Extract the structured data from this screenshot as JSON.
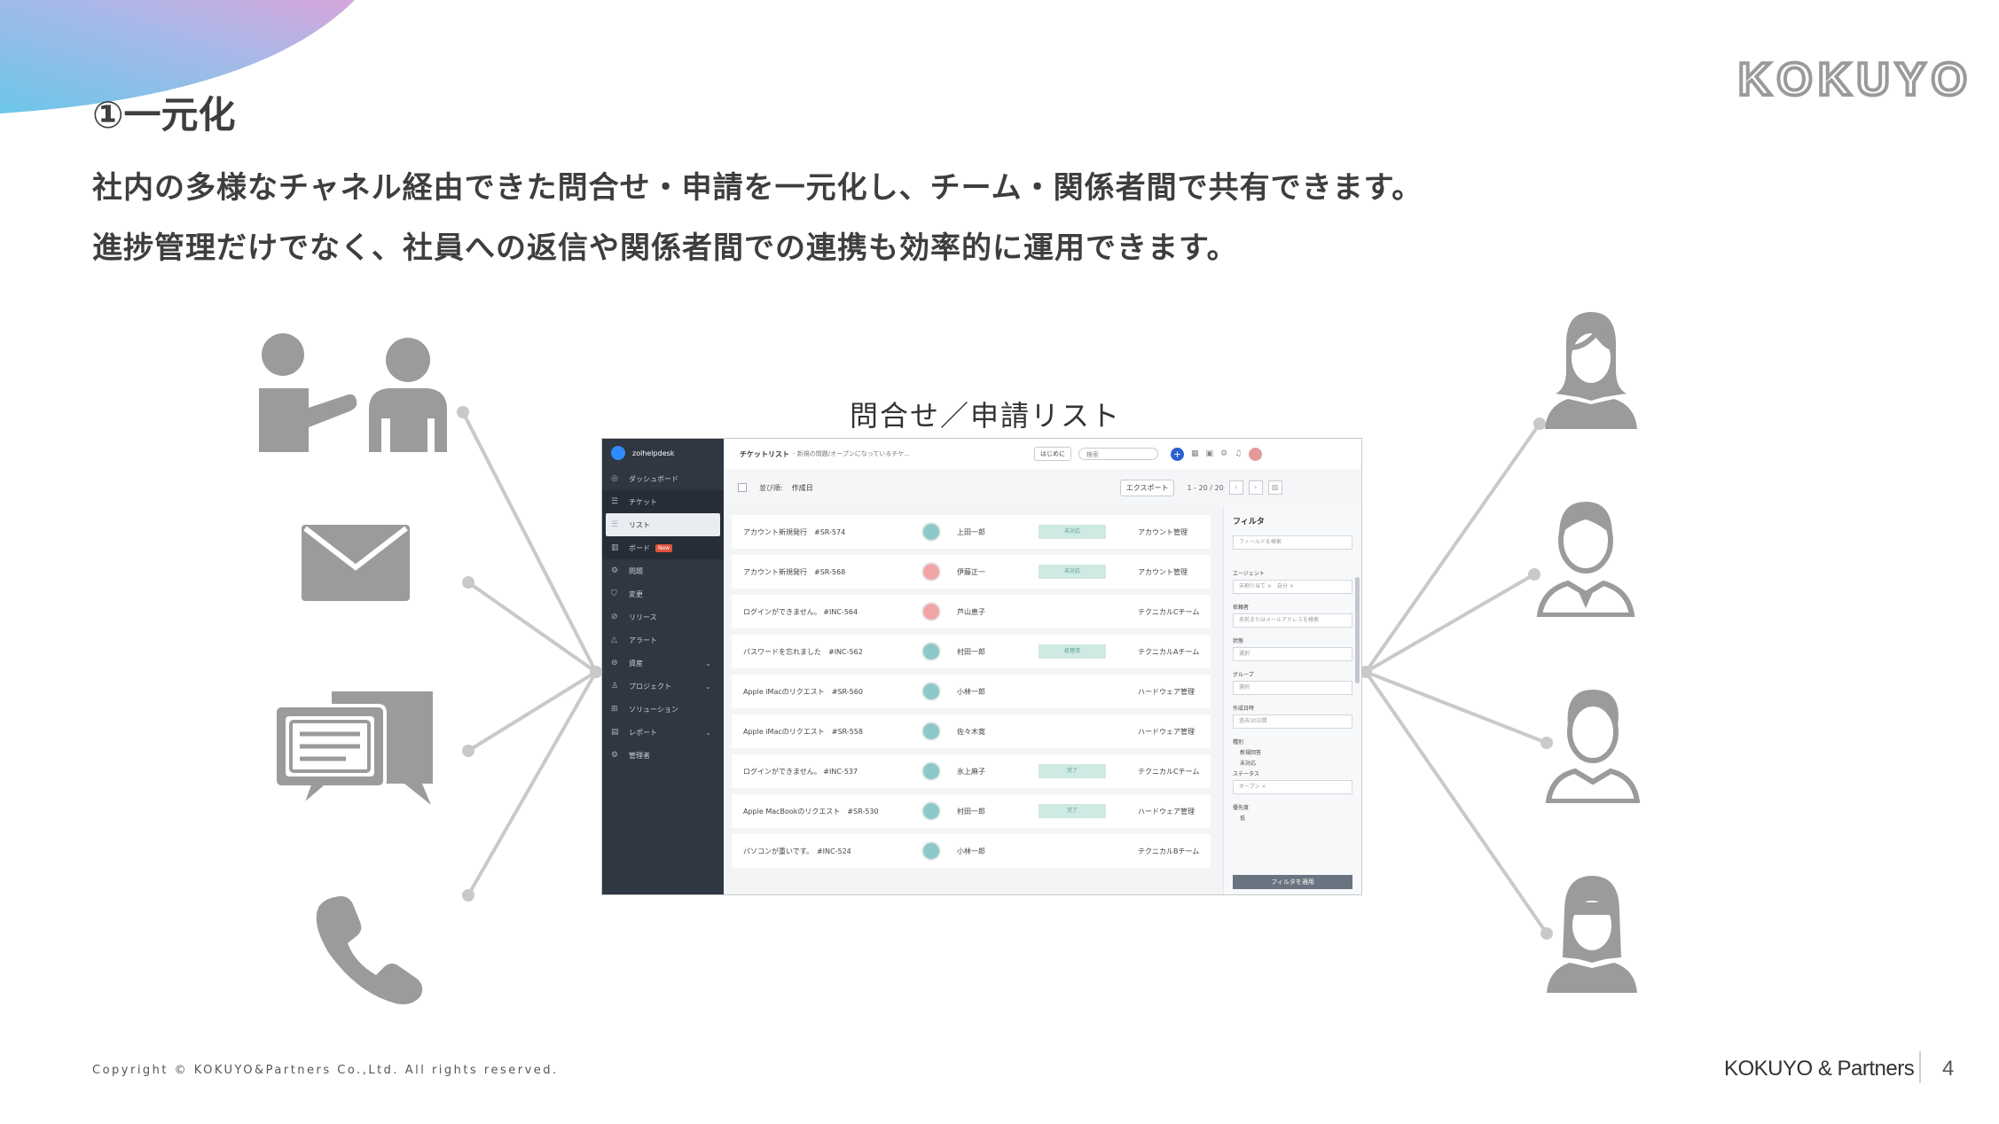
{
  "slide": {
    "brand_logo": "KOKUYO",
    "heading": "①一元化",
    "description_line1": "社内の多様なチャネル経由できた問合せ・申請を一元化し、チーム・関係者間で共有できます。",
    "description_line2": "進捗管理だけでなく、社員への返信や関係者間での連携も効率的に運用できます。",
    "list_title": "問合せ／申請リスト",
    "copyright": "Copyright © KOKUYO&Partners Co.,Ltd. All rights reserved.",
    "footer_brand": "KOKUYO & Partners",
    "page_number": "4",
    "icon_color": "#9b9b9b",
    "line_color": "#c9c9c9"
  },
  "channels_left": [
    "meeting-people-icon",
    "envelope-icon",
    "chat-bubbles-icon",
    "phone-icon"
  ],
  "people_right": [
    "woman-avatar-icon",
    "man-avatar-icon",
    "man-short-hair-avatar-icon",
    "woman-bangs-avatar-icon"
  ],
  "app": {
    "brand": "zolhelpdesk",
    "sidebar": [
      {
        "label": "ダッシュボード",
        "icon": "dashboard-icon"
      },
      {
        "label": "チケット",
        "icon": "ticket-icon"
      },
      {
        "label": "リスト",
        "icon": "list-icon",
        "active": true
      },
      {
        "label": "ボード",
        "icon": "board-icon",
        "badge": "New"
      },
      {
        "label": "問題",
        "icon": "problem-icon"
      },
      {
        "label": "変更",
        "icon": "change-icon"
      },
      {
        "label": "リリース",
        "icon": "release-icon"
      },
      {
        "label": "アラート",
        "icon": "alert-icon"
      },
      {
        "label": "資産",
        "icon": "asset-icon",
        "chevron": true
      },
      {
        "label": "プロジェクト",
        "icon": "project-icon",
        "chevron": true
      },
      {
        "label": "ソリューション",
        "icon": "solution-icon"
      },
      {
        "label": "レポート",
        "icon": "report-icon",
        "chevron": true
      },
      {
        "label": "管理者",
        "icon": "admin-icon"
      }
    ],
    "topbar": {
      "title": "チケットリスト",
      "subtitle": "- 新規の問題/オープンになっているチケ...",
      "start_button": "はじめに",
      "search_placeholder": "検索"
    },
    "toolbar": {
      "sort_label": "並び順:",
      "sort_value": "作成日",
      "export_button": "エクスポート",
      "pagination": "1 - 20 / 20"
    },
    "tickets": [
      {
        "title": "アカウント新規発行　#SR-574",
        "assignee": "上田一郎",
        "status": "未対応",
        "category": "アカウント管理",
        "avatar": "teal"
      },
      {
        "title": "アカウント新規発行　#SR-568",
        "assignee": "伊藤正一",
        "status": "未対応",
        "category": "アカウント管理",
        "avatar": "pink"
      },
      {
        "title": "ログインができません。 #INC-564",
        "assignee": "芦山恵子",
        "status": "",
        "category": "テクニカルCチーム",
        "avatar": "pink"
      },
      {
        "title": "パスワードを忘れました　#INC-562",
        "assignee": "村田一郎",
        "status": "処理済",
        "category": "テクニカルAチーム",
        "avatar": "teal"
      },
      {
        "title": "Apple iMacのリクエスト　#SR-560",
        "assignee": "小林一郎",
        "status": "",
        "category": "ハードウェア管理",
        "avatar": "teal"
      },
      {
        "title": "Apple iMacのリクエスト　#SR-558",
        "assignee": "佐々木寛",
        "status": "",
        "category": "ハードウェア管理",
        "avatar": "teal"
      },
      {
        "title": "ログインができません。 #INC-537",
        "assignee": "氷上麻子",
        "status": "完了",
        "category": "テクニカルCチーム",
        "avatar": "teal"
      },
      {
        "title": "Apple MacBookのリクエスト　#SR-530",
        "assignee": "村田一郎",
        "status": "完了",
        "category": "ハードウェア管理",
        "avatar": "teal"
      },
      {
        "title": "パソコンが重いです。　#INC-524",
        "assignee": "小林一郎",
        "status": "",
        "category": "テクニカルBチーム",
        "avatar": "teal"
      }
    ],
    "filter": {
      "title": "フィルタ",
      "search_placeholder": "フィールドを検索",
      "agent_label": "エージェント",
      "agent_chips": "未割り当て ×　自分 ×",
      "requester_label": "依頼者",
      "requester_placeholder": "名前またはメールアドレスを検索",
      "status_label": "状態",
      "status_value": "選択",
      "group_label": "グループ",
      "group_value": "選択",
      "created_label": "作成日時",
      "created_value": "過去30日間",
      "type_label": "種別",
      "type_opt1": "新規回答",
      "type_opt2": "未対応",
      "status2_label": "ステータス",
      "status2_chip": "オープン ×",
      "priority_label": "優先度",
      "priority_opt": "低",
      "apply_button": "フィルタを適用"
    }
  }
}
